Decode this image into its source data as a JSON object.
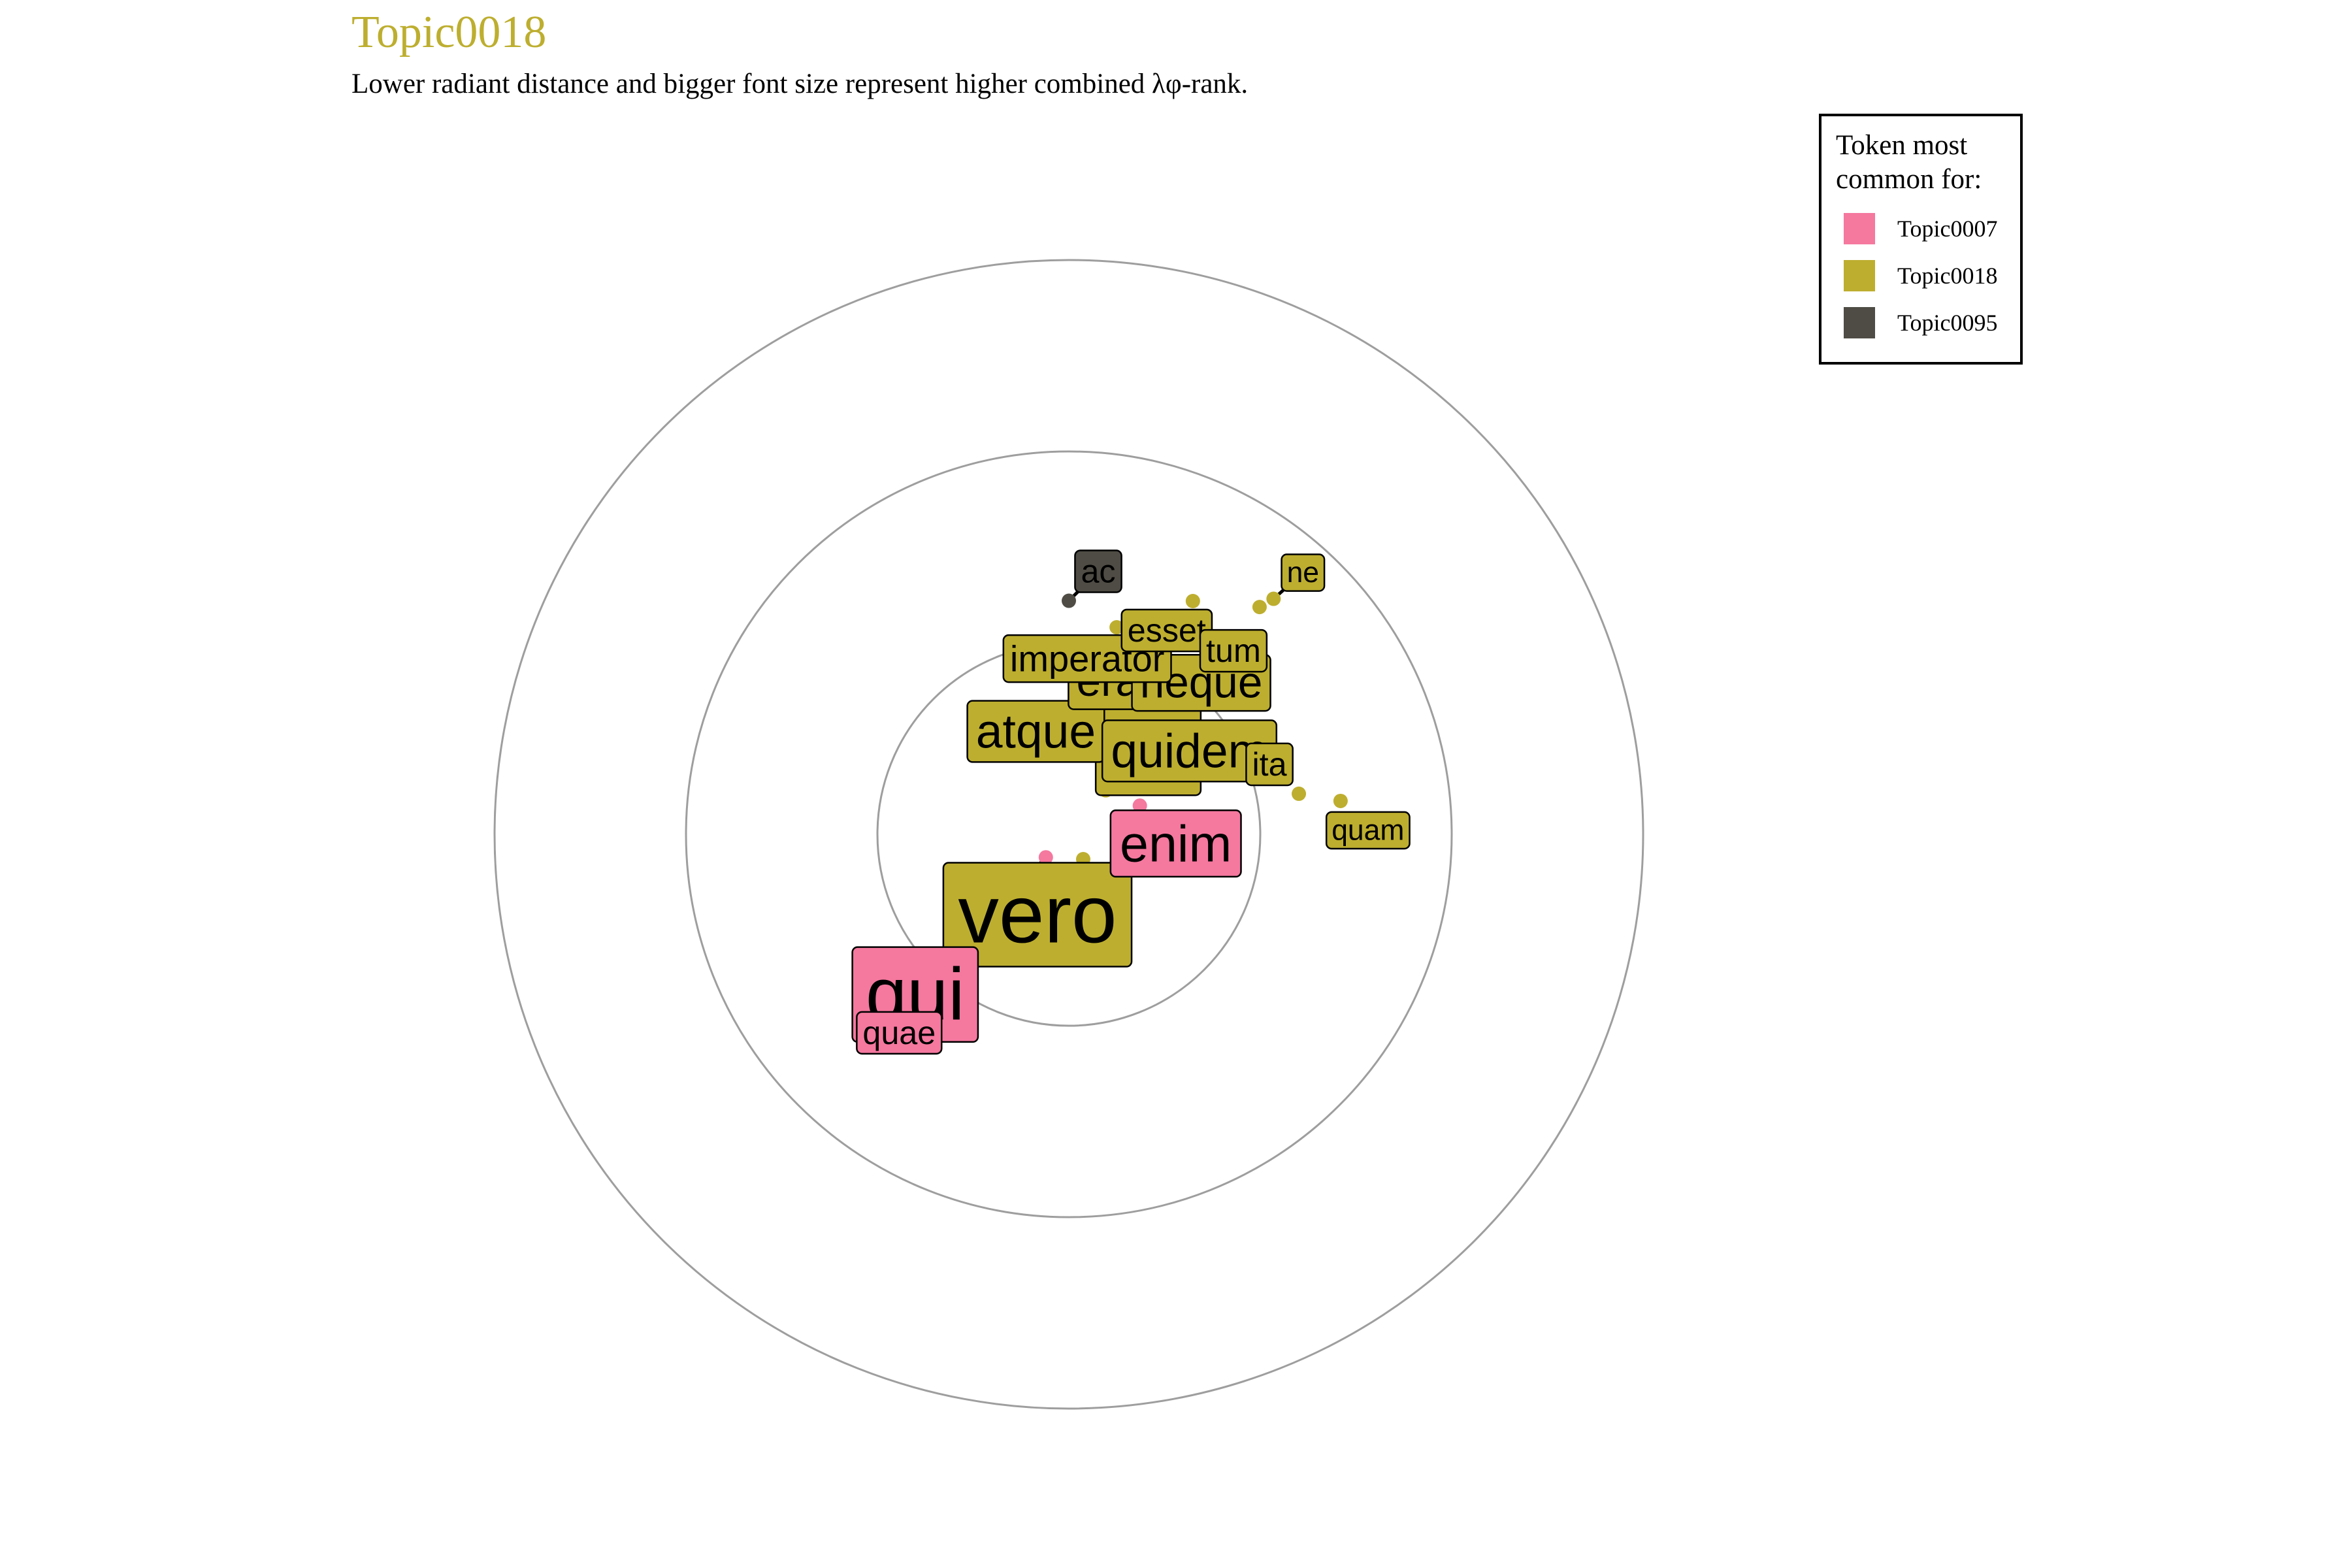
{
  "title": "Topic0018",
  "subtitle": "Lower radiant distance and bigger font size represent higher combined λφ-rank.",
  "legend": {
    "title_line1": "Token most",
    "title_line2": "common for:",
    "placement": "top-right",
    "items": [
      {
        "label": "Topic0007",
        "color": "#F5789F"
      },
      {
        "label": "Topic0018",
        "color": "#BDAE2F"
      },
      {
        "label": "Topic0095",
        "color": "#4E4C44"
      }
    ]
  },
  "colors": {
    "Topic0007": "#F5789F",
    "Topic0018": "#BDAE2F",
    "Topic0095": "#4E4C44",
    "title": "#BDAE2F",
    "rings": "#9E9E9E"
  },
  "chart_data": {
    "type": "scatter",
    "coordinate_system": "polar",
    "rings": 3,
    "grid": true,
    "tokens": [
      {
        "token": "vero",
        "topic": "Topic0018",
        "angle_deg": 150,
        "radius": 0.15,
        "size": 10
      },
      {
        "token": "qui",
        "topic": "Topic0007",
        "angle_deg": 225,
        "radius": 0.17,
        "size": 9
      },
      {
        "token": "se",
        "topic": "Topic0018",
        "angle_deg": 40,
        "radius": 0.3,
        "size": 9
      },
      {
        "token": "enim",
        "topic": "Topic0007",
        "angle_deg": 68,
        "radius": 0.4,
        "size": 6
      },
      {
        "token": "atque",
        "topic": "Topic0018",
        "angle_deg": 25,
        "radius": 0.48,
        "size": 5.5
      },
      {
        "token": "quidem",
        "topic": "Topic0018",
        "angle_deg": 60,
        "radius": 0.53,
        "size": 5.5
      },
      {
        "token": "erat",
        "topic": "Topic0018",
        "angle_deg": 33,
        "radius": 0.75,
        "size": 5
      },
      {
        "token": "neque",
        "topic": "Topic0018",
        "angle_deg": 40,
        "radius": 0.81,
        "size": 5
      },
      {
        "token": "imperator",
        "topic": "Topic0018",
        "angle_deg": 13,
        "radius": 1.11,
        "size": 4
      },
      {
        "token": "esset",
        "topic": "Topic0018",
        "angle_deg": 28,
        "radius": 1.38,
        "size": 3.5
      },
      {
        "token": "tum",
        "topic": "Topic0018",
        "angle_deg": 40,
        "radius": 1.55,
        "size": 3.5
      },
      {
        "token": "ita",
        "topic": "Topic0018",
        "angle_deg": 80,
        "radius": 1.22,
        "size": 3.5
      },
      {
        "token": "quae",
        "topic": "Topic0007",
        "angle_deg": 220,
        "radius": 1.14,
        "size": 3.5
      },
      {
        "token": "ac",
        "topic": "Topic0095",
        "angle_deg": 0,
        "radius": 1.22,
        "size": 3.5
      },
      {
        "token": "ne",
        "topic": "Topic0018",
        "angle_deg": 41,
        "radius": 1.63,
        "size": 3
      },
      {
        "token": "quam",
        "topic": "Topic0018",
        "angle_deg": 83,
        "radius": 1.43,
        "size": 3
      }
    ]
  }
}
